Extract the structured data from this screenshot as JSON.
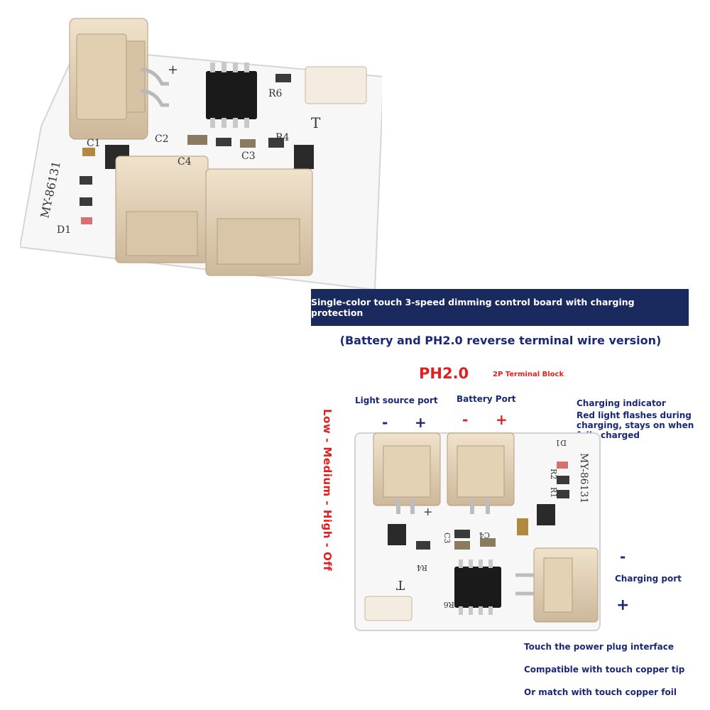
{
  "banner": {
    "title": "Single-color touch 3-speed dimming control board with charging protection"
  },
  "subtitle": "(Battery and PH2.0 reverse terminal wire version)",
  "ph": {
    "title": "PH2.0",
    "subtitle": "2P Terminal Block"
  },
  "ports": {
    "light_source": "Light source port",
    "battery": "Battery Port",
    "minus": "-",
    "plus": "+"
  },
  "charging_indicator": {
    "title": "Charging indicator",
    "desc": "Red light flashes during charging, stays on when fully charged"
  },
  "modes": "Low - Medium - High - Off",
  "charging_port": {
    "label": "Charging port",
    "minus": "-",
    "plus": "+"
  },
  "notes": [
    "Touch the power plug interface",
    "Compatible with touch copper tip",
    "Or match with touch copper foil"
  ],
  "pcb_labels": {
    "model": "MY-86131",
    "r6": "R6",
    "r4": "R4",
    "c1": "C1",
    "c2": "C2",
    "c3": "C3",
    "c4": "C4",
    "d1": "D1",
    "t": "T",
    "plus": "+",
    "r1": "R1",
    "r2": "R2"
  },
  "colors": {
    "banner_bg": "#1b2a5e",
    "blue_text": "#1a2878",
    "red_text": "#e02020",
    "connector": "#e8d6bd",
    "pcb": "#f6f6f6",
    "chip": "#1a1a1a"
  }
}
